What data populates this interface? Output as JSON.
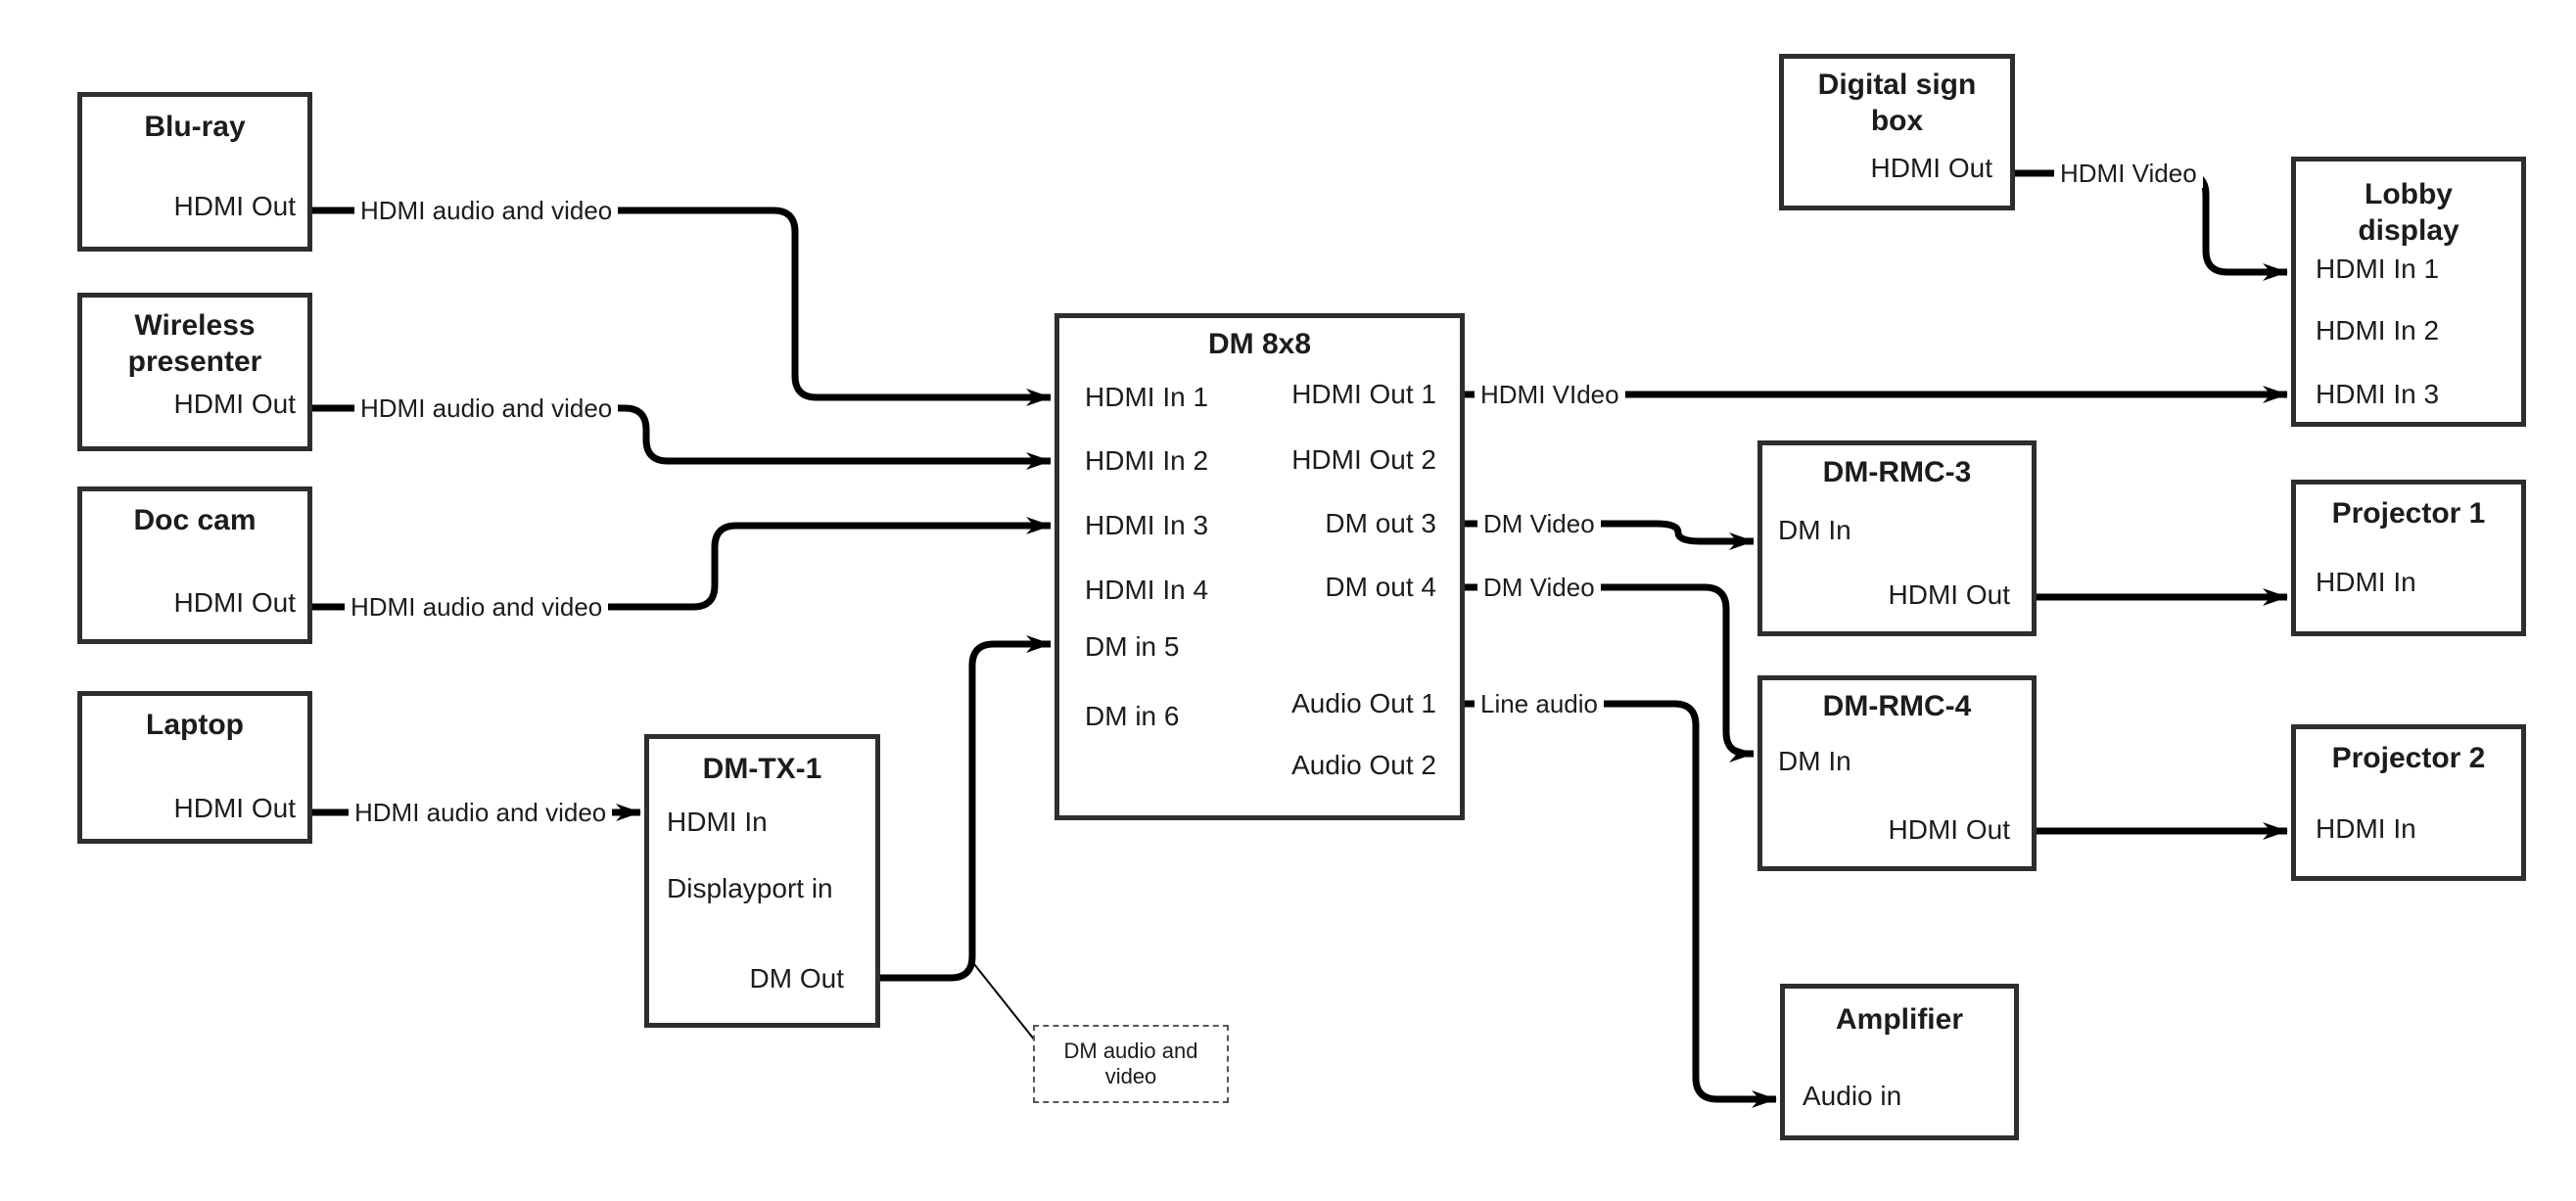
{
  "diagram": {
    "colors": {
      "wire": "#000000",
      "box_border": "#2e2e2e",
      "background": "#ffffff"
    },
    "nodes": {
      "blu_ray": {
        "title": "Blu-ray",
        "port_out": "HDMI Out"
      },
      "wireless": {
        "title": "Wireless presenter",
        "port_out": "HDMI Out"
      },
      "doc_cam": {
        "title": "Doc cam",
        "port_out": "HDMI Out"
      },
      "laptop": {
        "title": "Laptop",
        "port_out": "HDMI Out"
      },
      "dm_tx_1": {
        "title": "DM-TX-1",
        "ports": [
          "HDMI In",
          "Displayport in",
          "DM Out"
        ]
      },
      "dm_8x8": {
        "title": "DM 8x8",
        "inputs": [
          "HDMI In 1",
          "HDMI In 2",
          "HDMI In 3",
          "HDMI In 4",
          "DM in 5",
          "DM in 6"
        ],
        "outputs": [
          "HDMI Out 1",
          "HDMI Out 2",
          "DM out 3",
          "DM out 4",
          "Audio Out 1",
          "Audio Out 2"
        ]
      },
      "digital_sign": {
        "title": "Digital sign box",
        "port_out": "HDMI Out"
      },
      "lobby_display": {
        "title": "Lobby display",
        "inputs": [
          "HDMI In 1",
          "HDMI In 2",
          "HDMI In 3"
        ]
      },
      "dm_rmc_3": {
        "title": "DM-RMC-3",
        "port_in": "DM In",
        "port_out": "HDMI Out"
      },
      "projector_1": {
        "title": "Projector 1",
        "port_in": "HDMI In"
      },
      "dm_rmc_4": {
        "title": "DM-RMC-4",
        "port_in": "DM In",
        "port_out": "HDMI Out"
      },
      "projector_2": {
        "title": "Projector 2",
        "port_in": "HDMI In"
      },
      "amplifier": {
        "title": "Amplifier",
        "port_in": "Audio in"
      }
    },
    "edges": {
      "bluray_av": "HDMI audio and video",
      "wireless_av": "HDMI audio and video",
      "doccam_av": "HDMI audio and video",
      "laptop_av": "HDMI audio and video",
      "out1_video": "HDMI VIdeo",
      "out3_video": "DM Video",
      "out4_video": "DM Video",
      "audio1": "Line audio",
      "sign_video": "HDMI Video",
      "note": "DM audio and video"
    }
  }
}
